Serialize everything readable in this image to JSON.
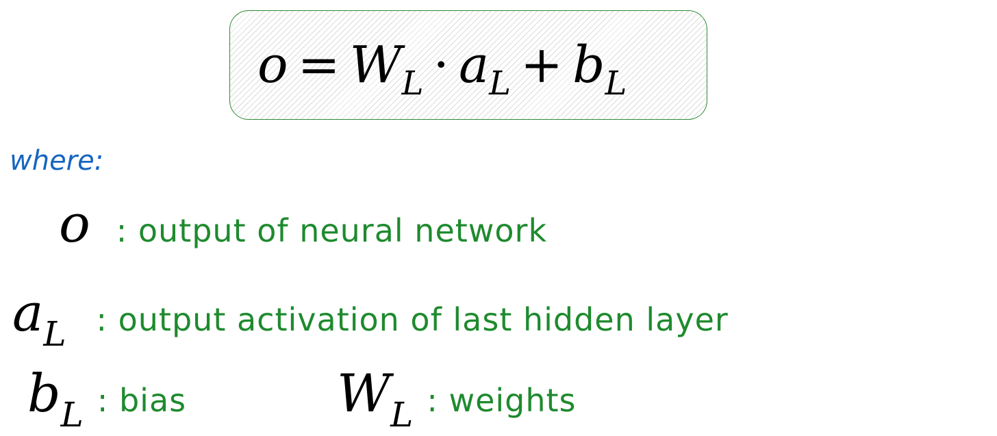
{
  "formula": {
    "lhs": "o",
    "equals": "=",
    "w": "W",
    "w_sub": "L",
    "dot": "·",
    "a": "a",
    "a_sub": "L",
    "plus": "+",
    "b": "b",
    "b_sub": "L"
  },
  "where_label": "where:",
  "definitions": [
    {
      "symbol": "o",
      "sub": "",
      "text": ": output of neural network"
    },
    {
      "symbol": "a",
      "sub": "L",
      "text": ": output activation of last hidden layer"
    },
    {
      "symbol": "b",
      "sub": "L",
      "text": ": bias"
    },
    {
      "symbol": "W",
      "sub": "L",
      "text": ": weights"
    }
  ],
  "colors": {
    "box_border": "#2f8a35",
    "where": "#1565c0",
    "definition_text": "#1e8a2e"
  }
}
